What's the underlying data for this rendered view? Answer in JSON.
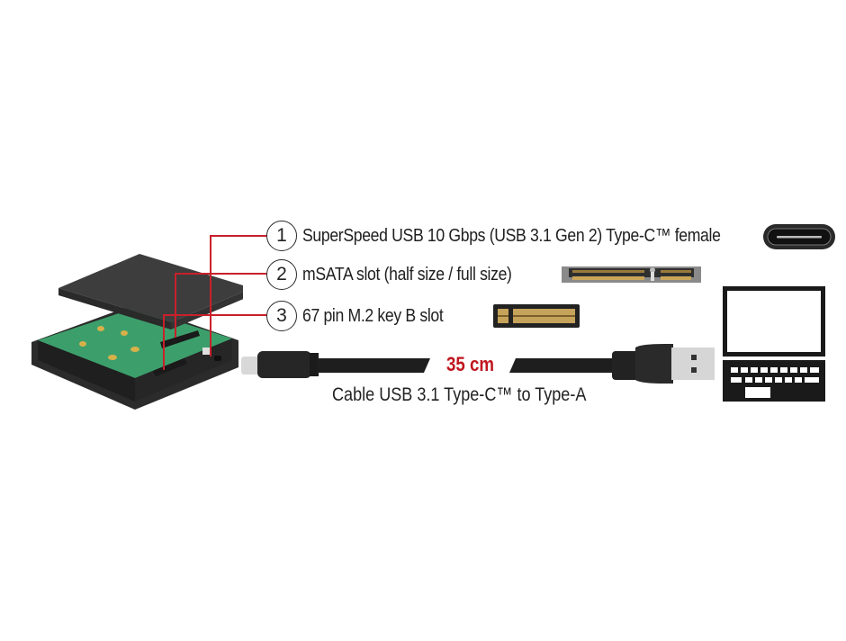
{
  "features": [
    {
      "number": "1",
      "label": "SuperSpeed USB 10 Gbps (USB 3.1 Gen 2) Type-C™ female",
      "icon": "usb-c-port-icon"
    },
    {
      "number": "2",
      "label": "mSATA slot (half size / full size)",
      "icon": "msata-connector-icon"
    },
    {
      "number": "3",
      "label": "67 pin M.2 key B slot",
      "icon": "m2-connector-icon"
    }
  ],
  "cable": {
    "length": "35 cm",
    "caption": "Cable USB 3.1 Type-C™ to Type-A"
  },
  "colors": {
    "accent_red": "#c8202a",
    "pcb_green": "#3aa36a",
    "enclosure": "#3a3a3a"
  },
  "devices": {
    "enclosure": "enclosure-image",
    "computer": "laptop-icon"
  }
}
